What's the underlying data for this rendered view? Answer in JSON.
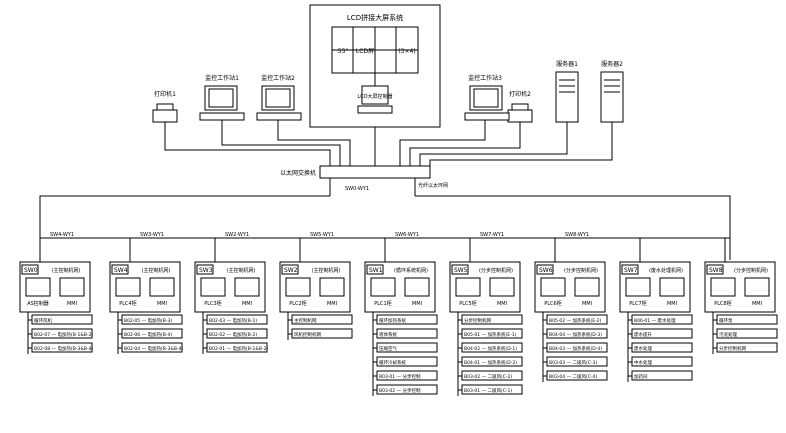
{
  "lcd": {
    "title": "LCD拼接大屏系统",
    "screen_size": "55\"",
    "screen_name": "LCD屏",
    "screen_grid": "(3×4)",
    "controller": "LCD大屏控制器"
  },
  "top_devices": {
    "printer1": "打印机1",
    "printer2": "打印机2",
    "ws1": "监控工作站1",
    "ws2": "监控工作站2",
    "ws3": "监控工作站3",
    "server1": "服务器1",
    "server2": "服务器2"
  },
  "network": {
    "switch_label": "以太网交换机",
    "ring_label": "光纤以太环网",
    "sw0": "SW0-WY1"
  },
  "stations": [
    {
      "sw": "SW0",
      "title": "(主控制机网)",
      "plc": "AS控制器",
      "mmi": "MMI",
      "link": "SW4-WY1",
      "items": [
        "循环风机",
        "B02-07 — 电加热(B-1&B-2)",
        "B02-08 — 电加热(B-3&B-4)"
      ]
    },
    {
      "sw": "SW4",
      "title": "(主控制机网)",
      "plc": "PLC4柜",
      "mmi": "MMI",
      "link": "SW3-WY1",
      "items": [
        "B02-05 — 电加热(B-3)",
        "B02-06 — 电加热(B-4)",
        "B02-04 — 电加热(B-3&B-4)"
      ]
    },
    {
      "sw": "SW3",
      "title": "(主控制机网)",
      "plc": "PLC3柜",
      "mmi": "MMI",
      "link": "SW2-WY1",
      "items": [
        "B02-03 — 电加热(B-1)",
        "B02-02 — 电加热(B-2)",
        "B02-01 — 电加热(B-1&B-2)"
      ]
    },
    {
      "sw": "SW2",
      "title": "(主控制机网)",
      "plc": "PLC2柜",
      "mmi": "MMI",
      "link": "SW5-WY1",
      "items": [
        "主控制机网",
        "风机控制机网"
      ]
    },
    {
      "sw": "SW1",
      "title": "(循环系统机网)",
      "plc": "PLC1柜",
      "mmi": "MMI",
      "link": "SW6-WY1",
      "items": [
        "循环加热系统",
        "液体系统",
        "压缩空气",
        "循环冷却系统",
        "B03-01 — 分步控制",
        "B03-02 — 分步控制"
      ]
    },
    {
      "sw": "SW5",
      "title": "(分步控制机网)",
      "plc": "PLC5柜",
      "mmi": "MMI",
      "link": "SW7-WY1",
      "items": [
        "分步控制机网",
        "B05-01 — 加热系统(E-1)",
        "B04-02 — 加热系统(D-1)",
        "B04-01 — 加热系统(D-2)",
        "B03-02 — 二级风(C-2)",
        "B03-01 — 二级风(C-1)"
      ]
    },
    {
      "sw": "SW6",
      "title": "(分步控制机网)",
      "plc": "PLC6柜",
      "mmi": "MMI",
      "link": "SW8-WY1",
      "items": [
        "B05-02 — 加热系统(E-2)",
        "B04-04 — 加热系统(D-3)",
        "B04-03 — 加热系统(D-4)",
        "B03-03 — 二级风(C-3)",
        "B03-04 — 二级风(C-4)"
      ]
    },
    {
      "sw": "SW7",
      "title": "(废水处理机网)",
      "plc": "PLC7柜",
      "mmi": "MMI",
      "link": "",
      "items": [
        "B06-01 — 废水处理",
        "废水提升",
        "废水处理",
        "中水处理",
        "加药间"
      ]
    },
    {
      "sw": "SW8",
      "title": "(分步控制机网)",
      "plc": "PLC8柜",
      "mmi": "MMI",
      "link": "",
      "items": [
        "循环泵",
        "污泥处理",
        "分步控制机网"
      ]
    }
  ]
}
